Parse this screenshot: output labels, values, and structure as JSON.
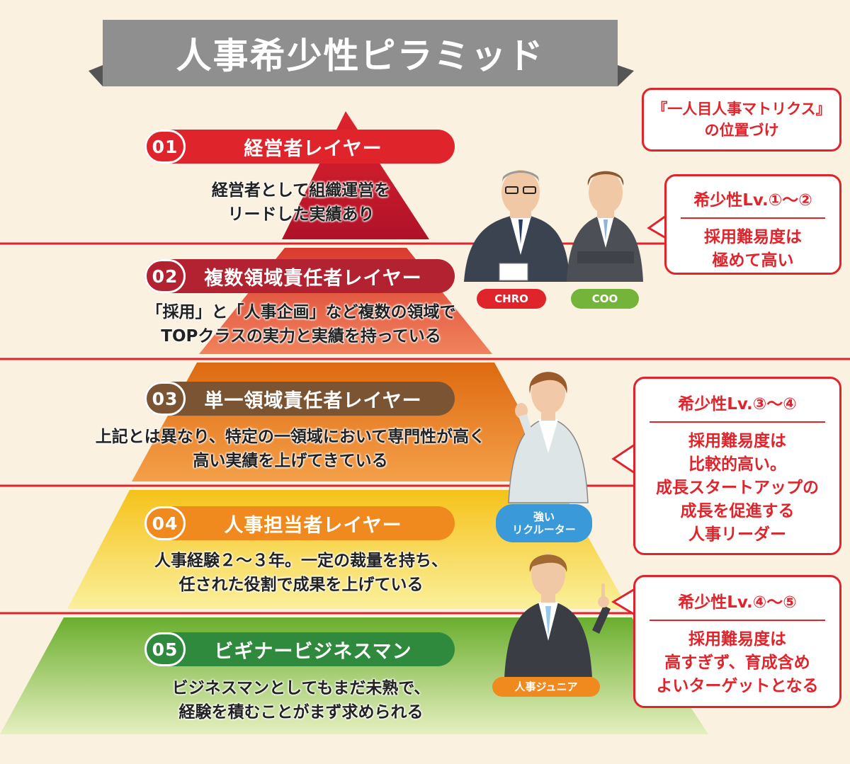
{
  "title": "人事希少性ピラミッド",
  "matrix_box": {
    "line1": "『一人目人事マトリクス』",
    "line2": "の位置づけ"
  },
  "layers": [
    {
      "num": "01",
      "label": "経営者レイヤー",
      "desc1": "経営者として組織運営を",
      "desc2": "リードした実績あり",
      "color": "#e0242c"
    },
    {
      "num": "02",
      "label": "複数領域責任者レイヤー",
      "desc1": "「採用」と「人事企画」など複数の領域で",
      "desc2": "TOPクラスの実力と実績を持っている",
      "color": "#b32230"
    },
    {
      "num": "03",
      "label": "単一領域責任者レイヤー",
      "desc1": "上記とは異なり、特定の一領域において専門性が高く",
      "desc2": "高い実績を上げてきている",
      "color": "#7a5433"
    },
    {
      "num": "04",
      "label": "人事担当者レイヤー",
      "desc1": "人事経験２〜３年。一定の裁量を持ち、",
      "desc2": "任された役割で成果を上げている",
      "color": "#f08a1f"
    },
    {
      "num": "05",
      "label": "ビギナービジネスマン",
      "desc1": "ビジネスマンとしてもまだ未熟で、",
      "desc2": "経験を積むことがまず求められる",
      "color": "#2f8a3d"
    }
  ],
  "rarity_boxes": [
    {
      "lv": "希少性Lv.①〜②",
      "lines": [
        "採用難易度は",
        "極めて高い"
      ]
    },
    {
      "lv": "希少性Lv.③〜④",
      "lines": [
        "採用難易度は",
        "比較的高い。",
        "成長スタートアップの",
        "成長を促進する",
        "人事リーダー"
      ]
    },
    {
      "lv": "希少性Lv.④〜⑤",
      "lines": [
        "採用難易度は",
        "高すぎず、育成含め",
        "よいターゲットとなる"
      ]
    }
  ],
  "tags": {
    "chro": "CHRO",
    "coo": "COO",
    "recruiter1": "強い",
    "recruiter2": "リクルーター",
    "junior": "人事ジュニア"
  },
  "colors": {
    "accent_red": "#e0242c",
    "banner_gray": "#8f8f8f",
    "background": "#fbf1e0",
    "tag_red": "#e0242c",
    "tag_green": "#74b43a",
    "tag_blue": "#3a9ad9",
    "tag_orange": "#f08a1f"
  }
}
